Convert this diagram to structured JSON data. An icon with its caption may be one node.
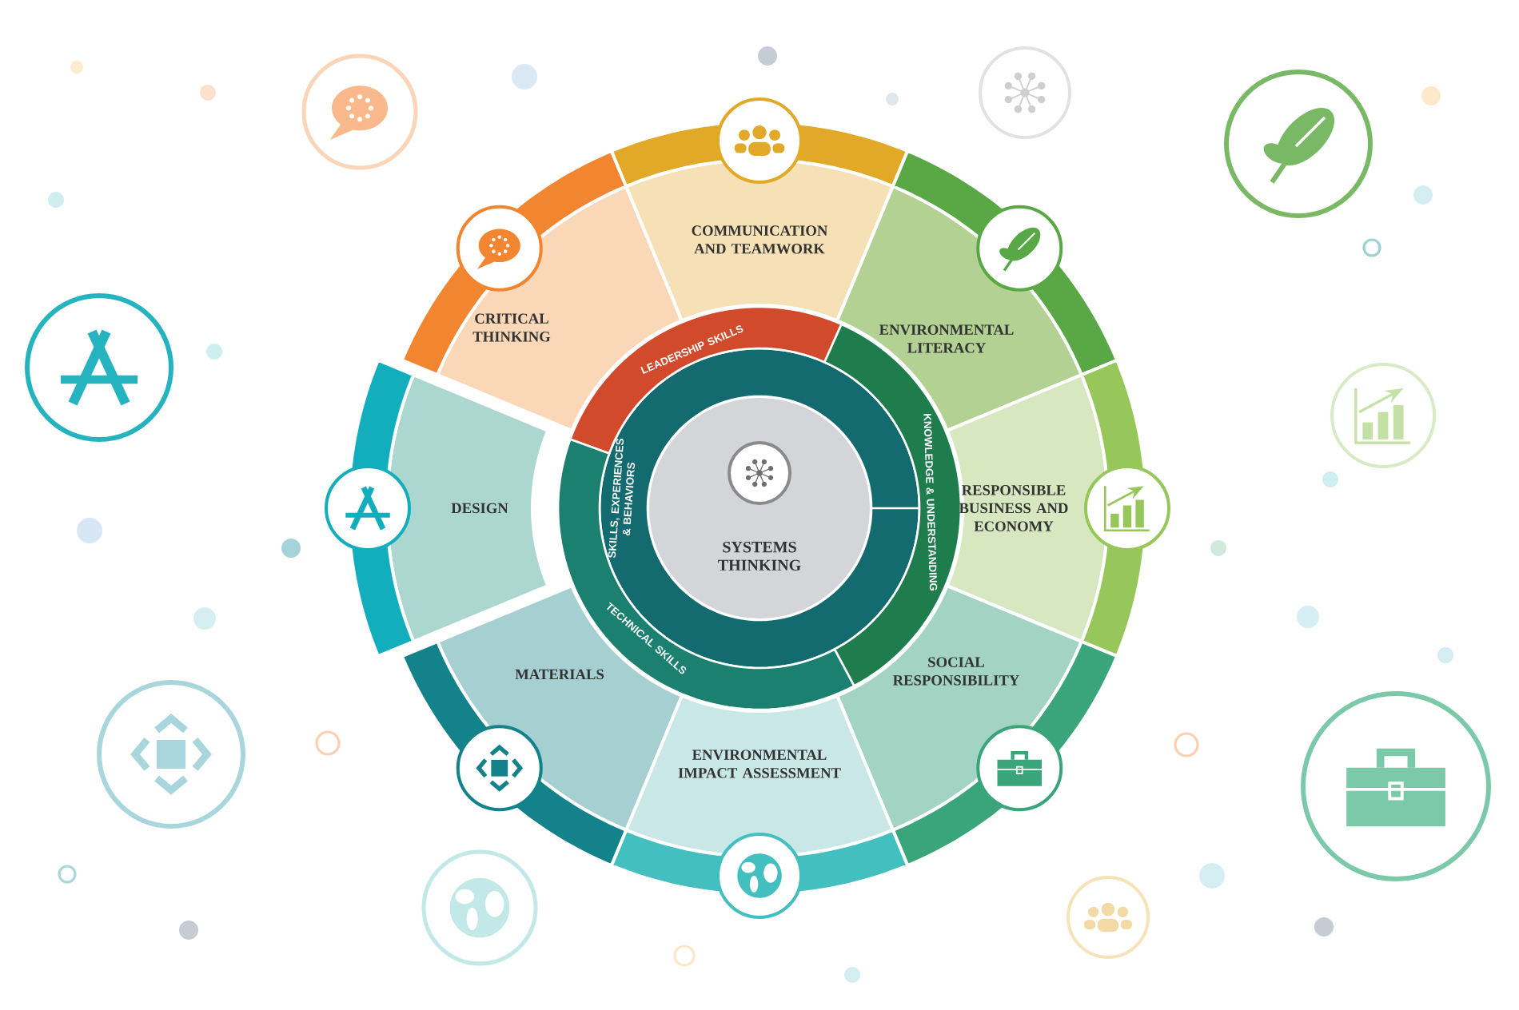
{
  "diagram": {
    "nodes": [
      {
        "text": [
          "SYSTEMS THINKING"
        ]
      },
      {
        "text": [
          "SKILLS, EXPERIENCES & BEHAVIORS"
        ]
      },
      {
        "text": [
          "LEADERSHIP SKILLS"
        ]
      },
      {
        "text": [
          "KNOWLEDGE & UNDERSTANDING"
        ]
      },
      {
        "text": [
          "TECHNICAL SKILLS"
        ]
      },
      {
        "text": [
          "CRITICAL THINKING"
        ]
      },
      {
        "text": [
          "COMMUNICATION AND TEAMWORK"
        ]
      },
      {
        "text": [
          "ENVIRONMENTAL LITERACY"
        ]
      },
      {
        "text": [
          "RESPONSIBLE BUSINESS AND ECONOMY"
        ]
      },
      {
        "text": [
          "SOCIAL RESPONSIBILITY"
        ]
      },
      {
        "text": [
          "ENVIRONMENTAL IMPACT ASSESSMENT"
        ]
      },
      {
        "text": [
          "MATERIALS"
        ]
      },
      {
        "text": [
          "DESIGN"
        ]
      }
    ]
  }
}
